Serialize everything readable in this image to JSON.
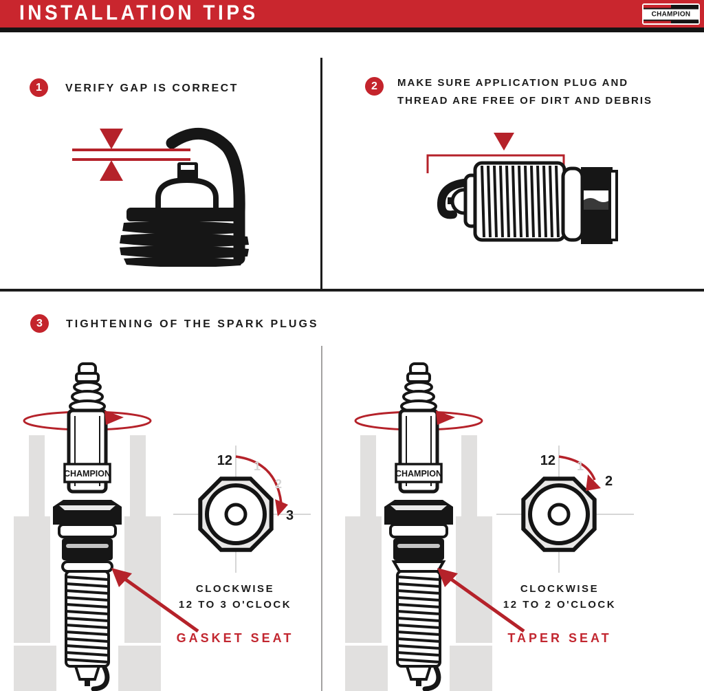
{
  "header": {
    "title": "INSTALLATION TIPS",
    "brand": "CHAMPION",
    "brand_reg": "®"
  },
  "colors": {
    "banner_red": "#c9262e",
    "accent_red": "#b5222a",
    "seat_red": "#c22730",
    "head_gray": "#e1e0df"
  },
  "steps": {
    "one": {
      "number": "1",
      "title": "VERIFY GAP IS CORRECT"
    },
    "two": {
      "number": "2",
      "line1": "MAKE SURE APPLICATION PLUG AND",
      "line2": "THREAD ARE FREE OF DIRT AND DEBRIS"
    },
    "three": {
      "number": "3",
      "title": "TIGHTENING OF THE SPARK PLUGS"
    }
  },
  "tightening": {
    "left": {
      "plug_brand": "CHAMPION",
      "clock": {
        "l12": "12",
        "l1": "1",
        "l2": "2",
        "l3": "3"
      },
      "caption1": "CLOCKWISE",
      "caption2": "12 TO 3 O'CLOCK",
      "seat": "GASKET SEAT"
    },
    "right": {
      "plug_brand": "CHAMPION",
      "clock": {
        "l12": "12",
        "l1": "1",
        "l2": "2"
      },
      "caption1": "CLOCKWISE",
      "caption2": "12 TO 2 O'CLOCK",
      "seat": "TAPER SEAT"
    }
  }
}
